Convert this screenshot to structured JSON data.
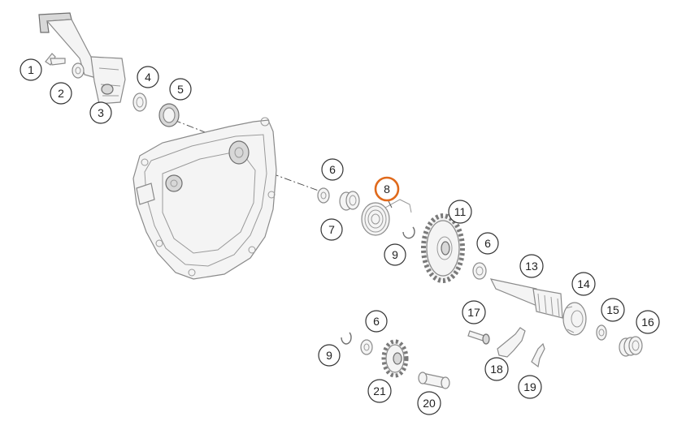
{
  "colors": {
    "highlight": "#e06a1c",
    "outline": "#333333",
    "part_stroke": "#8a8a8a",
    "background": "#ffffff"
  },
  "highlighted_label": "8",
  "callouts": [
    "1",
    "2",
    "3",
    "4",
    "5",
    "6",
    "7",
    "8",
    "9",
    "11",
    "6",
    "13",
    "14",
    "15",
    "16",
    "17",
    "6",
    "9",
    "18",
    "19",
    "21",
    "20"
  ]
}
